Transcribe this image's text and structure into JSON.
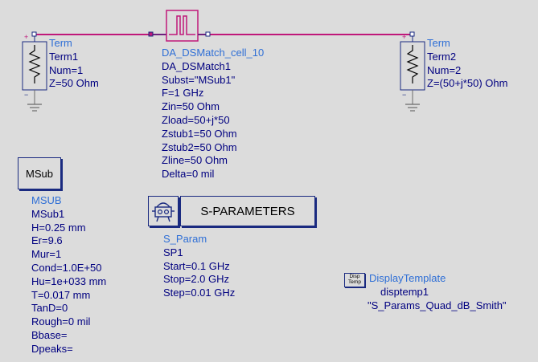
{
  "term1": {
    "type_label": "Term",
    "lines": [
      "Term1",
      "Num=1",
      "Z=50 Ohm"
    ]
  },
  "term2": {
    "type_label": "Term",
    "lines": [
      "Term2",
      "Num=2",
      "Z=(50+j*50) Ohm"
    ]
  },
  "dsmatch": {
    "type_label": "DA_DSMatch_cell_10",
    "lines": [
      "DA_DSMatch1",
      "Subst=\"MSub1\"",
      "F=1 GHz",
      "Zin=50 Ohm",
      "Zload=50+j*50",
      "Zstub1=50 Ohm",
      "Zstub2=50 Ohm",
      "Zline=50 Ohm",
      "Delta=0 mil"
    ]
  },
  "msub": {
    "box_label": "MSub",
    "type_label": "MSUB",
    "lines": [
      "MSub1",
      "H=0.25 mm",
      "Er=9.6",
      "Mur=1",
      "Cond=1.0E+50",
      "Hu=1e+033 mm",
      "T=0.017 mm",
      "TanD=0",
      "Rough=0 mil",
      "Bbase=",
      "Dpeaks="
    ]
  },
  "sparam": {
    "box_label": "S-PARAMETERS",
    "type_label": "S_Param",
    "lines": [
      "SP1",
      "Start=0.1 GHz",
      "Stop=2.0 GHz",
      "Step=0.01 GHz"
    ]
  },
  "display": {
    "icon_line1": "Disp",
    "icon_line2": "Temp",
    "type_label": "DisplayTemplate",
    "lines": [
      "disptemp1",
      "\"S_Params_Quad_dB_Smith\""
    ]
  },
  "pins": {
    "plus": "+",
    "minus": "−"
  },
  "colors": {
    "wire": "#c0187a",
    "outline": "#1a2a80",
    "ground": "#6a6a6a",
    "label_blue": "#2f6fd6",
    "param_navy": "#000080"
  }
}
